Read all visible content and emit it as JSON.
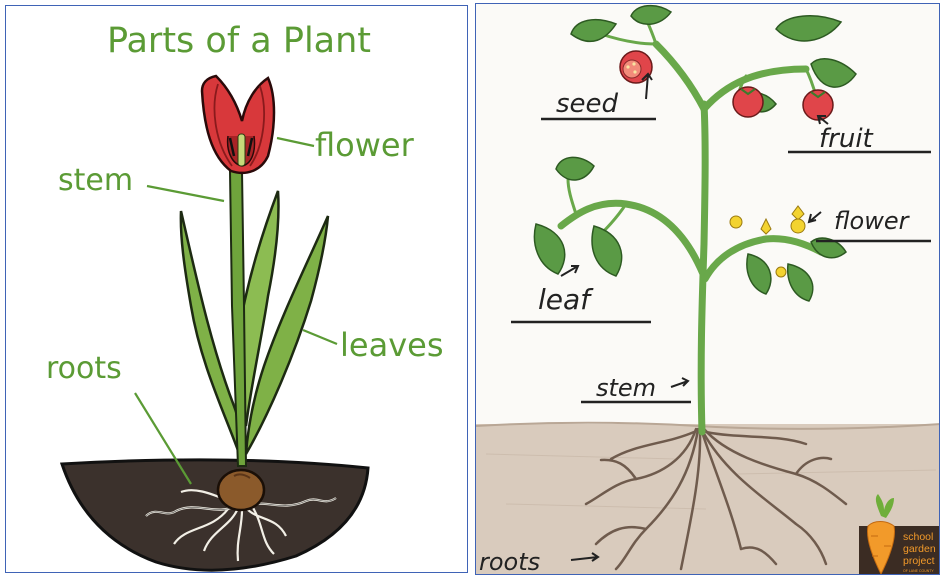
{
  "left_panel": {
    "title": "Parts of a Plant",
    "labels": {
      "flower": "flower",
      "stem": "stem",
      "leaves": "leaves",
      "roots": "roots"
    },
    "colors": {
      "label": "#5b9b35",
      "petal": "#d8383b",
      "leaf": "#7fb147",
      "soil": "#3b312c",
      "bulb": "#8b5a2b"
    }
  },
  "right_panel": {
    "labels": {
      "seed": "seed",
      "fruit": "fruit",
      "flower": "flower",
      "leaf": "leaf",
      "stem": "stem",
      "roots": "roots"
    },
    "logo": {
      "line1": "school",
      "line2": "garden",
      "line3": "project",
      "line4": "OF LANE COUNTY"
    },
    "colors": {
      "leaf": "#5a9a45",
      "stem": "#69a84a",
      "soil": "#d9cbbd",
      "root": "#6f5b4d",
      "tomato": "#e0454a",
      "flower": "#f3d330",
      "logo_bg": "#3b2c23",
      "carrot": "#f29a2a"
    }
  }
}
